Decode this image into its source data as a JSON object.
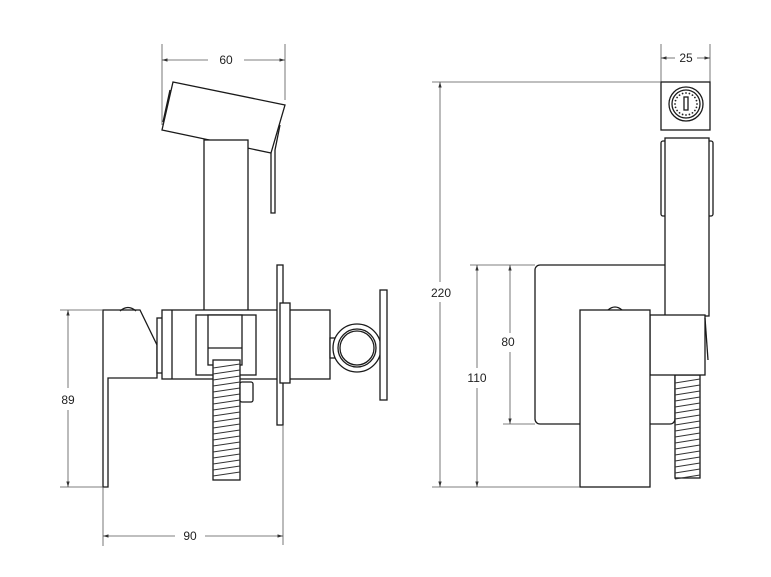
{
  "drawing": {
    "front_view": {
      "dimensions": {
        "top_width": "60",
        "height": "89",
        "bottom_width": "90"
      }
    },
    "side_view": {
      "dimensions": {
        "head_width": "25",
        "total_height": "220",
        "plate_height": "80",
        "mount_height": "110"
      }
    },
    "colors": {
      "line": "#1a1a1a",
      "dimension": "#555555",
      "background": "#ffffff"
    }
  }
}
